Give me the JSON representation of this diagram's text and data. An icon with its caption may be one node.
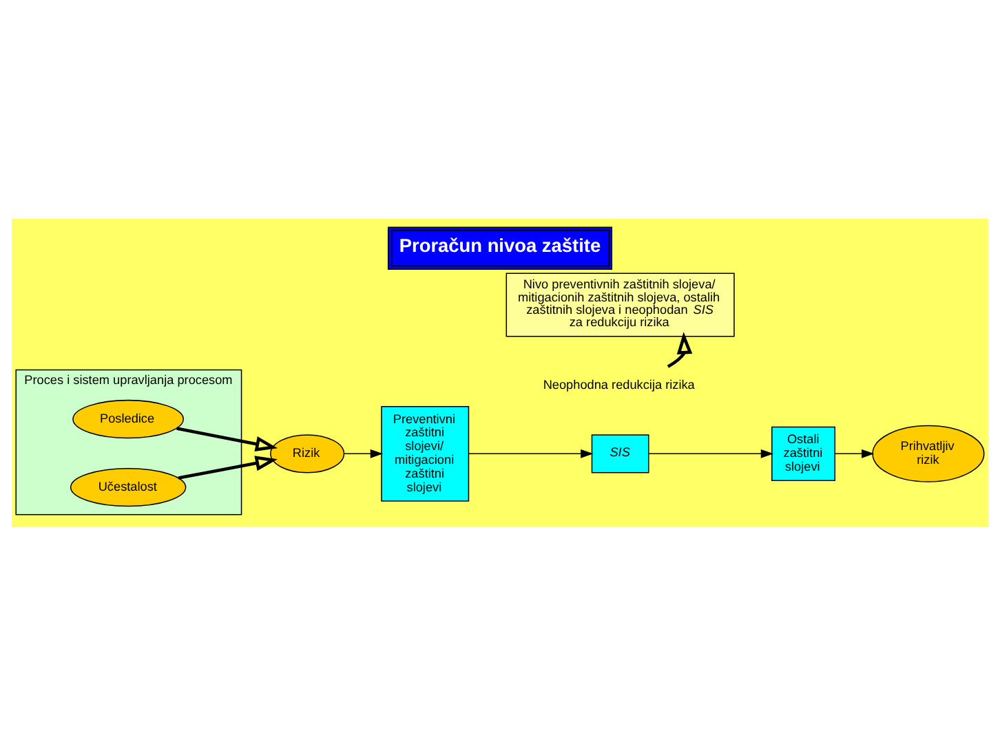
{
  "diagram": {
    "title": "Proračun nivoa zaštite",
    "nodes": [
      {
        "text": [
          "Proces i sistem upravljanja procesom"
        ]
      },
      {
        "text": [
          "Posledice"
        ],
        "in": 0
      },
      {
        "text": [
          "Učestalost"
        ],
        "in": 0
      },
      {
        "text": [
          "Rizik"
        ]
      },
      {
        "text": [
          "Preventivni zaštitni slojevi/ mitigacioni zaštitni slojevi"
        ]
      },
      {
        "text": [
          "SIS"
        ]
      },
      {
        "text": [
          "Ostali zaštitni slojevi"
        ]
      },
      {
        "text": [
          "Prihvatljiv rizik"
        ]
      },
      {
        "text": [
          "Nivo preventivnih zaštitnih slojeva/ mitigacionih zaštitnih slojeva, ostalih zaštitnih slojeva i neophodan *SIS* za redukciju rizika"
        ]
      },
      {
        "text": [
          "Neophodna redukcija rizika"
        ]
      }
    ],
    "edges": [
      {
        "from": 1,
        "to": 3,
        "arrow": "to",
        "style": "thick"
      },
      {
        "from": 2,
        "to": 3,
        "arrow": "to",
        "style": "thick"
      },
      {
        "from": 3,
        "to": 4,
        "arrow": "to"
      },
      {
        "from": 4,
        "to": 5,
        "arrow": "to"
      },
      {
        "from": 5,
        "to": 6,
        "arrow": "to"
      },
      {
        "from": 6,
        "to": 7,
        "arrow": "to"
      },
      {
        "from": 9,
        "to": 8,
        "arrow": "to",
        "style": "thick"
      }
    ]
  }
}
